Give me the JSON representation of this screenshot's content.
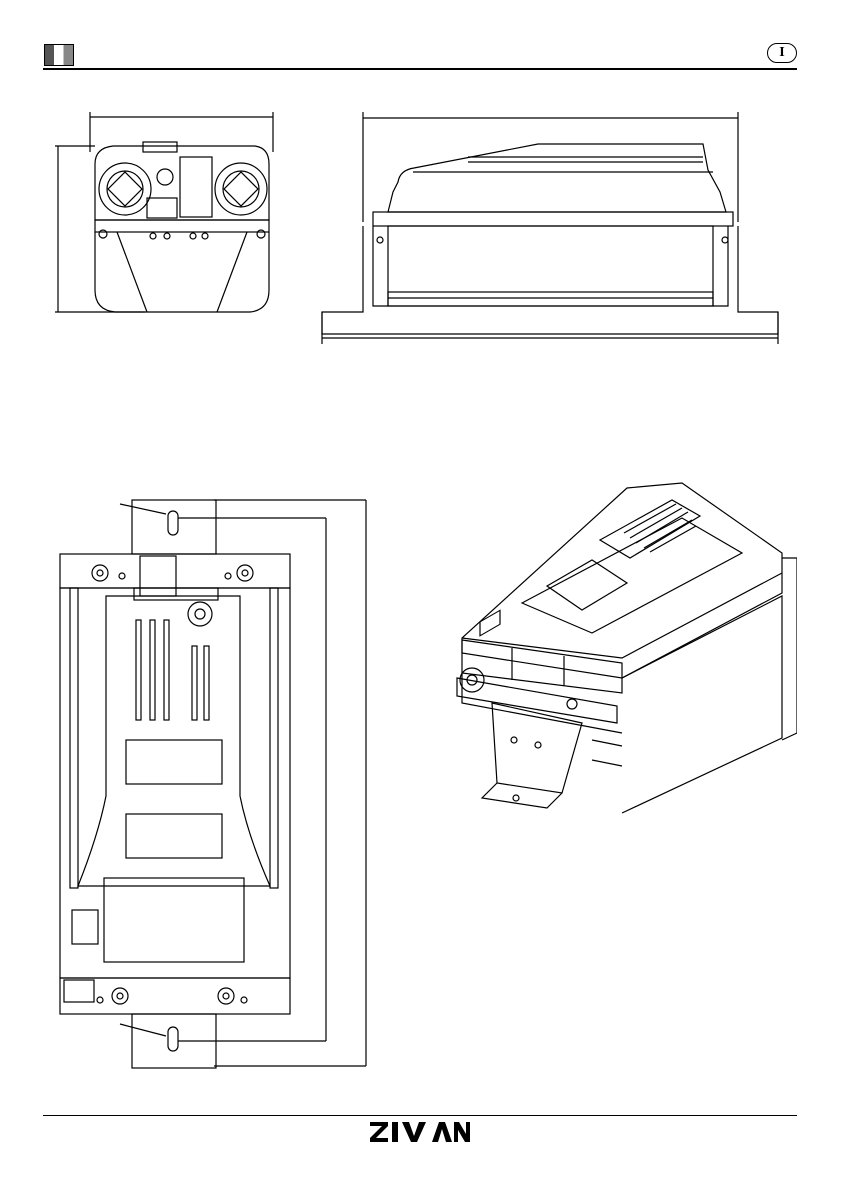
{
  "header": {
    "language_code": "I",
    "flag_icon": "italian-flag-icon"
  },
  "footer": {
    "brand": "ZIVAN"
  },
  "drawings": [
    {
      "id": "front-view",
      "label": ""
    },
    {
      "id": "side-view",
      "label": ""
    },
    {
      "id": "top-view",
      "label": ""
    },
    {
      "id": "isometric-view",
      "label": ""
    }
  ],
  "colors": {
    "line": "#000000",
    "background": "#ffffff"
  }
}
